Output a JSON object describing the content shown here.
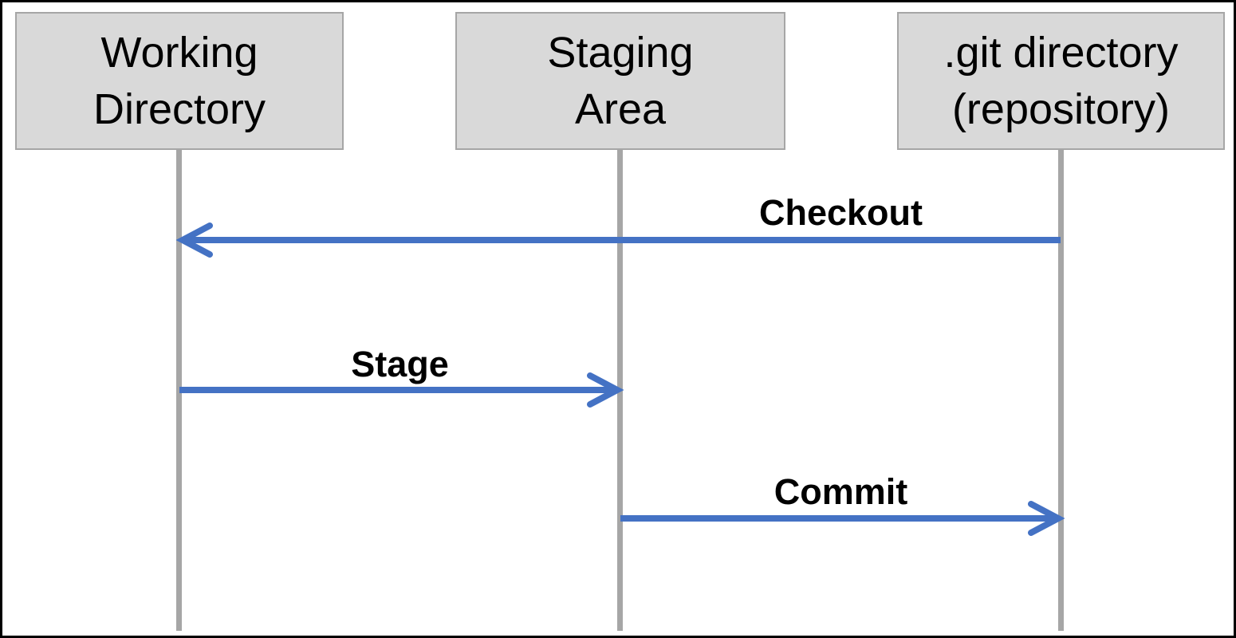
{
  "diagram": {
    "actors": [
      {
        "label": "Working\nDirectory"
      },
      {
        "label": "Staging\nArea"
      },
      {
        "label": ".git directory\n(repository)"
      }
    ],
    "messages": [
      {
        "label": "Checkout",
        "from": ".git directory (repository)",
        "to": "Working Directory",
        "direction": "left"
      },
      {
        "label": "Stage",
        "from": "Working Directory",
        "to": "Staging Area",
        "direction": "right"
      },
      {
        "label": "Commit",
        "from": "Staging Area",
        "to": ".git directory (repository)",
        "direction": "right"
      }
    ],
    "colors": {
      "box_fill": "#d9d9d9",
      "box_border": "#a6a6a6",
      "lifeline": "#a6a6a6",
      "arrow": "#4472c4",
      "text": "#000000",
      "frame": "#000000",
      "background": "#ffffff"
    }
  }
}
